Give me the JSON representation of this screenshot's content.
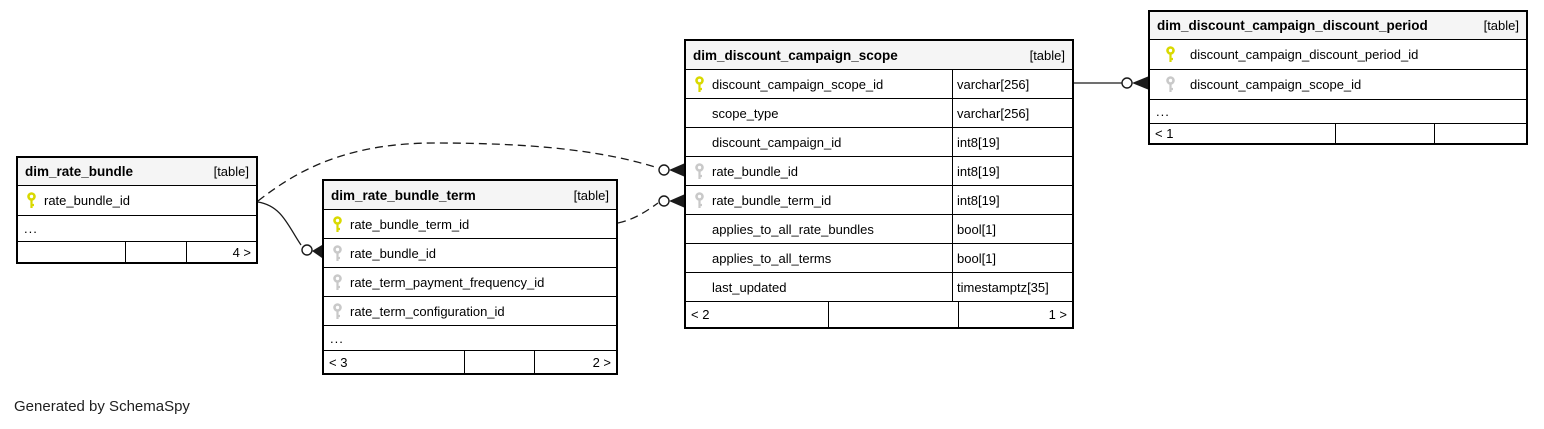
{
  "diagram": {
    "generated_by": "Generated by SchemaSpy"
  },
  "colors": {
    "primary_key_icon": "#d9d900",
    "foreign_key_icon": "#c9c9c9",
    "header_background": "#f5f5f5",
    "border": "#000000"
  },
  "tables": [
    {
      "title": "dim_rate_bundle",
      "badge": "[table]",
      "columns": [
        {
          "name": "rate_bundle_id",
          "key": "pk"
        }
      ],
      "ellipsis": "...",
      "footer": [
        "",
        "",
        "4 >"
      ]
    },
    {
      "title": "dim_rate_bundle_term",
      "badge": "[table]",
      "columns": [
        {
          "name": "rate_bundle_term_id",
          "key": "pk"
        },
        {
          "name": "rate_bundle_id",
          "key": "fk"
        },
        {
          "name": "rate_term_payment_frequency_id",
          "key": "fk"
        },
        {
          "name": "rate_term_configuration_id",
          "key": "fk"
        }
      ],
      "ellipsis": "...",
      "footer": [
        "< 3",
        "",
        "2 >"
      ]
    },
    {
      "title": "dim_discount_campaign_scope",
      "badge": "[table]",
      "columns": [
        {
          "name": "discount_campaign_scope_id",
          "key": "pk",
          "type": "varchar[256]"
        },
        {
          "name": "scope_type",
          "key": "none",
          "type": "varchar[256]"
        },
        {
          "name": "discount_campaign_id",
          "key": "none",
          "type": "int8[19]"
        },
        {
          "name": "rate_bundle_id",
          "key": "fk",
          "type": "int8[19]"
        },
        {
          "name": "rate_bundle_term_id",
          "key": "fk",
          "type": "int8[19]"
        },
        {
          "name": "applies_to_all_rate_bundles",
          "key": "none",
          "type": "bool[1]"
        },
        {
          "name": "applies_to_all_terms",
          "key": "none",
          "type": "bool[1]"
        },
        {
          "name": "last_updated",
          "key": "none",
          "type": "timestamptz[35]"
        }
      ],
      "footer": [
        "< 2",
        "",
        "1 >"
      ]
    },
    {
      "title": "dim_discount_campaign_discount_period",
      "badge": "[table]",
      "columns": [
        {
          "name": "discount_campaign_discount_period_id",
          "key": "pk"
        },
        {
          "name": "discount_campaign_scope_id",
          "key": "fk"
        }
      ],
      "ellipsis": "...",
      "footer": [
        "< 1",
        "",
        ""
      ]
    }
  ],
  "relationships": [
    {
      "from_table": "dim_rate_bundle",
      "from_column": "rate_bundle_id",
      "to_table": "dim_rate_bundle_term",
      "to_column": "rate_bundle_id",
      "line_style": "solid"
    },
    {
      "from_table": "dim_rate_bundle",
      "from_column": "rate_bundle_id",
      "to_table": "dim_discount_campaign_scope",
      "to_column": "rate_bundle_id",
      "line_style": "dashed"
    },
    {
      "from_table": "dim_rate_bundle_term",
      "from_column": "rate_bundle_term_id",
      "to_table": "dim_discount_campaign_scope",
      "to_column": "rate_bundle_term_id",
      "line_style": "dashed"
    },
    {
      "from_table": "dim_discount_campaign_scope",
      "from_column": "discount_campaign_scope_id",
      "to_table": "dim_discount_campaign_discount_period",
      "to_column": "discount_campaign_scope_id",
      "line_style": "solid"
    }
  ]
}
